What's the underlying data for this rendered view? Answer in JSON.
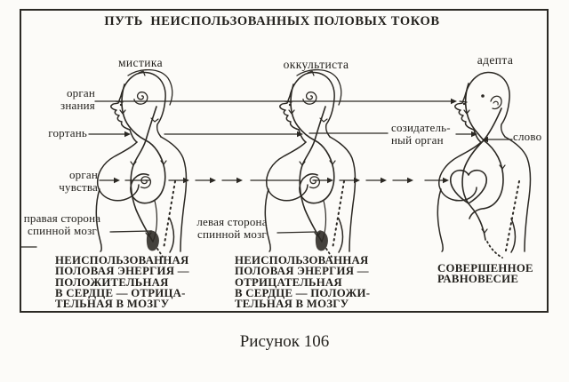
{
  "diagram": {
    "title": "ПУТЬ  НЕИСПОЛЬЗОВАННЫХ ПОЛОВЫХ ТОКОВ",
    "ink_color": "#2b2823",
    "paper_color": "#fcfbf8",
    "columns": [
      {
        "header": "мистика",
        "footer": "НЕИСПОЛЬЗОВАННАЯ\nПОЛОВАЯ ЭНЕРГИЯ —\nПОЛОЖИТЕЛЬНАЯ\nВ СЕРДЦЕ — ОТРИЦА-\nТЕЛЬНАЯ В МОЗГУ"
      },
      {
        "header": "оккультиста",
        "footer": "НЕИСПОЛЬЗОВАННАЯ\nПОЛОВАЯ ЭНЕРГИЯ —\nОТРИЦАТЕЛЬНАЯ\nВ СЕРДЦЕ — ПОЛОЖИ-\nТЕЛЬНАЯ В МОЗГУ"
      },
      {
        "header": "адепта",
        "footer": "СОВЕРШЕННОЕ\nРАВНОВЕСИЕ"
      }
    ],
    "labels": {
      "organ_znaniya": "орган\nзнания",
      "gortan": "гортань",
      "organ_chuvstva": "орган\nчувства",
      "pravaya_storona": "правая сторона\nспинной мозг",
      "levaya_storona": "левая сторона\nспинной мозг",
      "sozidatelny_organ": "созидатель-\nный орган",
      "slovo": "слово"
    },
    "caption": "Рисунок 106"
  }
}
